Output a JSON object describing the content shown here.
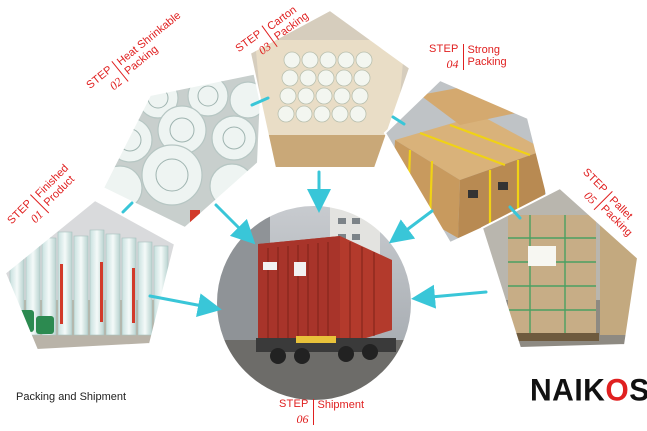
{
  "caption": "Packing and Shipment",
  "logo": {
    "part_a": "NAIK",
    "part_o": "O",
    "part_b": "S"
  },
  "colors": {
    "step_red": "#e02020",
    "arrow_cyan": "#39c6d8"
  },
  "steps": [
    {
      "word": "STEP",
      "num": "01",
      "label": "Finished\nProduct"
    },
    {
      "word": "STEP",
      "num": "02",
      "label": "Heat Shrinkable\nPacking"
    },
    {
      "word": "STEP",
      "num": "03",
      "label": "Carton\nPacking"
    },
    {
      "word": "STEP",
      "num": "04",
      "label": "Strong\nPacking"
    },
    {
      "word": "STEP",
      "num": "05",
      "label": "Pallet\nPacking"
    },
    {
      "word": "STEP",
      "num": "06",
      "label": "Shipment"
    }
  ]
}
